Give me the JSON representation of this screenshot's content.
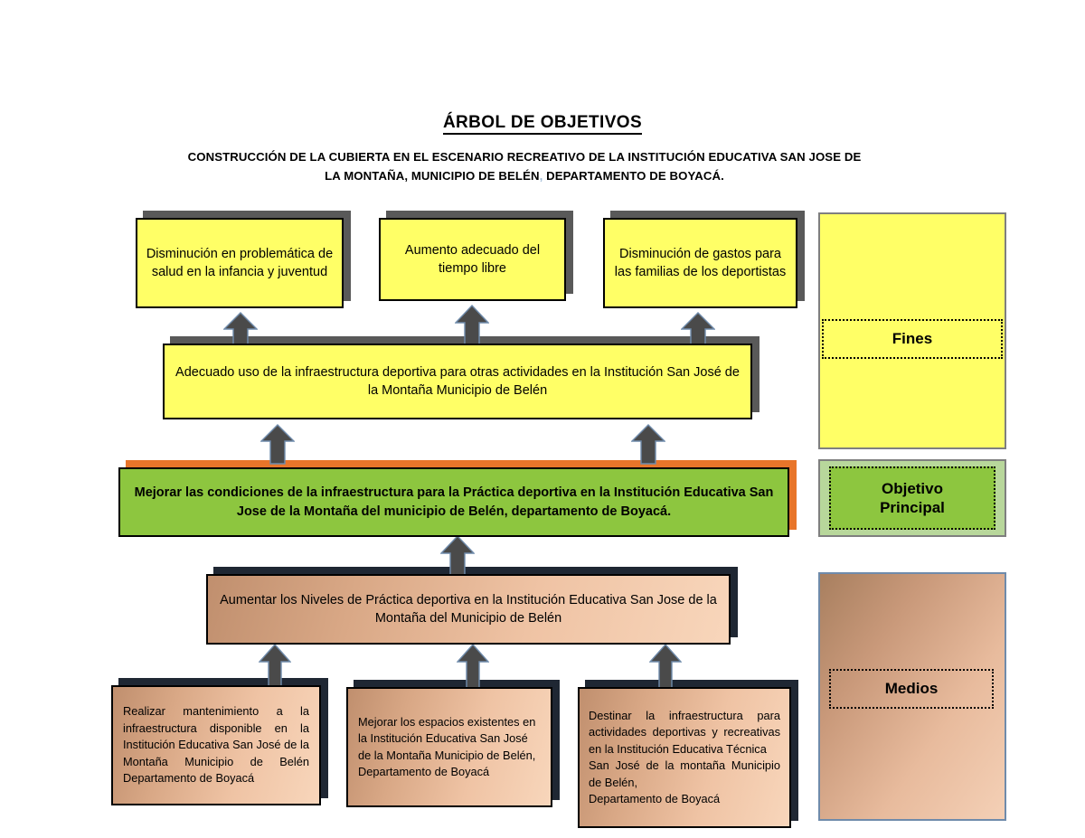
{
  "document": {
    "title": "ÁRBOL DE OBJETIVOS",
    "subtitle_line1": "CONSTRUCCIÓN DE LA CUBIERTA EN EL ESCENARIO RECREATIVO DE LA INSTITUCIÓN EDUCATIVA SAN JOSE DE",
    "subtitle_line2a": "LA MONTAÑA, MUNICIPIO DE BELÉN",
    "subtitle_sep": ",",
    "subtitle_line2b": " DEPARTAMENTO DE   BOYACÁ."
  },
  "colors": {
    "fines_fill": "#ffff66",
    "objetivo_fill": "#8dc63f",
    "objetivo_panel_fill": "#b8d79b",
    "objetivo_accent_border": "#e8752a",
    "medios_fill_start": "#a87f5f",
    "medios_fill_end": "#f4d0b6",
    "medios_border": "#6f8bab",
    "shadow_light": "#595959",
    "shadow_dark": "#1f2733",
    "arrow_fill": "#4a4a4a",
    "arrow_stroke": "#6f8bab"
  },
  "fines": {
    "boxes": [
      {
        "id": "fin-salud",
        "text": "Disminución en problemática de salud en la infancia y juventud"
      },
      {
        "id": "fin-tiempo-libre",
        "text": "Aumento adecuado del tiempo libre"
      },
      {
        "id": "fin-gastos",
        "text": "Disminución de gastos para las familias de los deportistas"
      }
    ],
    "intermediate": {
      "id": "fin-intermedio",
      "text": "Adecuado uso de la infraestructura deportiva para otras actividades en la Institución San José de la Montaña Municipio de Belén"
    }
  },
  "objetivo_principal": {
    "id": "objetivo-central",
    "text": "Mejorar las condiciones de la infraestructura para la Práctica deportiva en la Institución Educativa San Jose de la Montaña del municipio de Belén, departamento de Boyacá."
  },
  "medios": {
    "parent": {
      "id": "medio-principal",
      "text": "Aumentar los Niveles de Práctica deportiva en la Institución Educativa San Jose de la Montaña del Municipio de Belén"
    },
    "boxes": [
      {
        "id": "medio-mantenimiento",
        "text": "Realizar mantenimiento a la infraestructura disponible en la Institución Educativa San José de la Montaña Municipio de Belén Departamento de Boyacá"
      },
      {
        "id": "medio-espacios",
        "line1": "Mejorar los espacios existentes en la Institución Educativa San José de la Montaña Municipio de Belén,",
        "line2": "Departamento de Boyacá"
      },
      {
        "id": "medio-destinar",
        "line1": "Destinar la infraestructura para actividades deportivas y recreativas en la Institución Educativa Técnica",
        "line2": "San José de la montaña Municipio de Belén,",
        "line3": "Departamento de Boyacá"
      }
    ]
  },
  "legend": {
    "fines_label": "Fines",
    "objetivo_label_line1": "Objetivo",
    "objetivo_label_line2": "Principal",
    "medios_label": "Medios"
  }
}
